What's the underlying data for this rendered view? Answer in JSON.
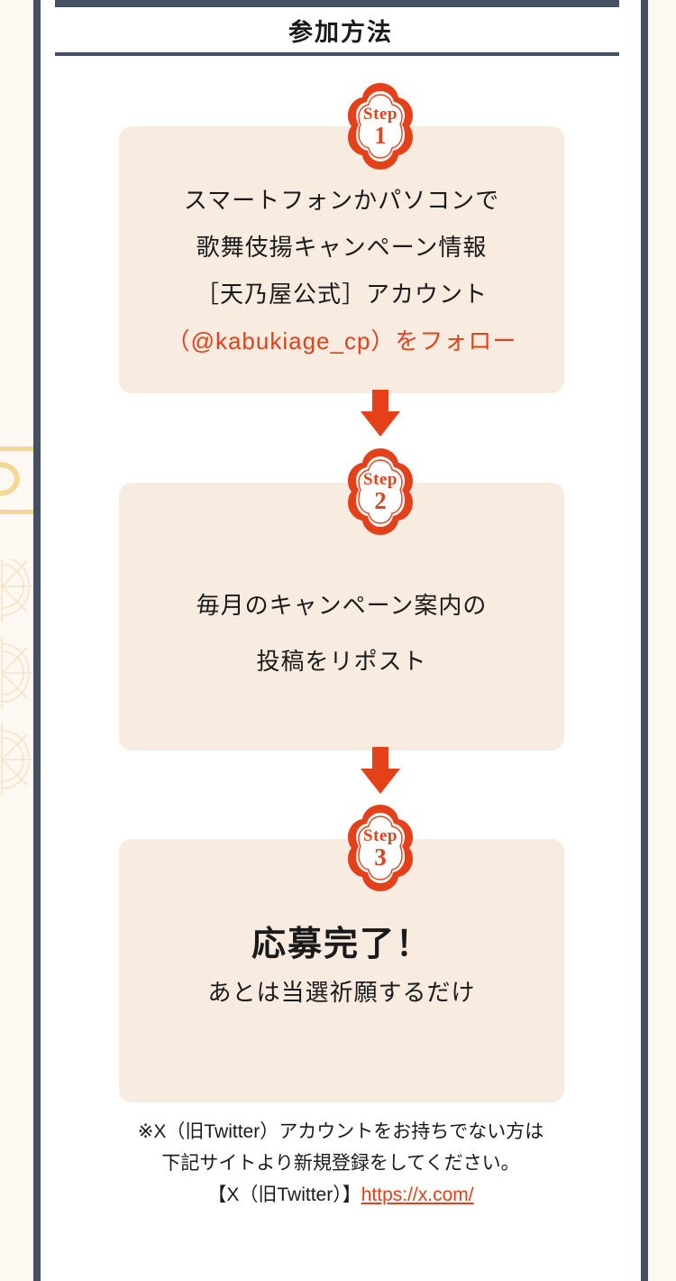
{
  "header": {
    "title": "参加方法"
  },
  "colors": {
    "accent": "#E4401A",
    "frame": "#455160",
    "card_bg": "#F8EBE0",
    "page_bg": "#FDF8F2",
    "gold": "#F2D795",
    "text": "#1A1A1A"
  },
  "steps": [
    {
      "seal_word": "Step",
      "seal_number": "1",
      "lines": [
        {
          "text": "スマートフォンかパソコンで",
          "accent": false
        },
        {
          "text": "歌舞伎揚キャンペーン情報",
          "accent": false
        },
        {
          "text": "［天乃屋公式］アカウント",
          "accent": false
        },
        {
          "text": "（@kabukiage_cp）をフォロー",
          "accent": true
        }
      ]
    },
    {
      "seal_word": "Step",
      "seal_number": "2",
      "lines": [
        {
          "text": "毎月のキャンペーン案内の",
          "accent": false
        },
        {
          "text": "投稿をリポスト",
          "accent": false
        }
      ]
    },
    {
      "seal_word": "Step",
      "seal_number": "3",
      "headline": "応募完了！",
      "subline": "あとは当選祈願するだけ"
    }
  ],
  "arrows": {
    "icon": "arrow-down-icon",
    "count": 2
  },
  "note": {
    "line1": "※X（旧Twitter）アカウントをお持ちでない方は",
    "line2": "下記サイトより新規登録をしてください。",
    "line3_prefix": "【X（旧Twitter）】",
    "link_text": "https://x.com/"
  }
}
